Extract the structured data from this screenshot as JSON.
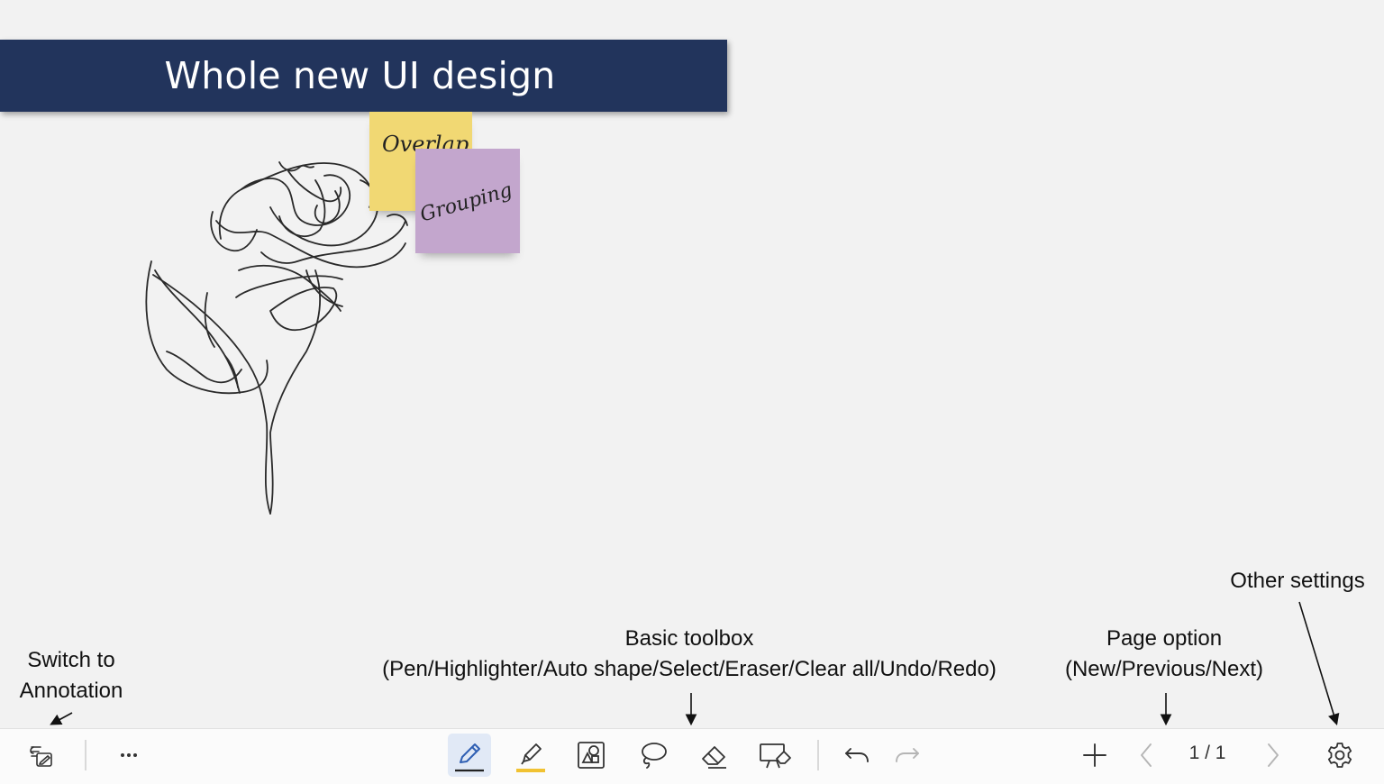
{
  "banner": {
    "title": "Whole new UI design"
  },
  "notes": {
    "overlap": "Overlap",
    "grouping": "Grouping"
  },
  "callouts": {
    "switch_line1": "Switch to",
    "switch_line2": "Annotation",
    "toolbox_title": "Basic toolbox",
    "toolbox_desc": "(Pen/Highlighter/Auto shape/Select/Eraser/Clear all/Undo/Redo)",
    "page_title": "Page option",
    "page_desc": "(New/Previous/Next)",
    "settings": "Other settings"
  },
  "toolbar": {
    "page_indicator": "1 / 1",
    "icons": [
      "switch-annotation-icon",
      "more-icon",
      "pen-icon",
      "highlighter-icon",
      "auto-shape-icon",
      "lasso-select-icon",
      "eraser-icon",
      "clear-all-icon",
      "undo-icon",
      "redo-icon",
      "new-page-icon",
      "previous-page-icon",
      "next-page-icon",
      "settings-icon"
    ],
    "active_tool": "pen",
    "highlighter_color": "#f1c232",
    "pen_color": "#222222"
  },
  "colors": {
    "banner": "#22345c",
    "sticky_yellow": "#f1d873",
    "sticky_purple": "#c3a6cd",
    "active_tool_bg": "#e1e9f6"
  }
}
